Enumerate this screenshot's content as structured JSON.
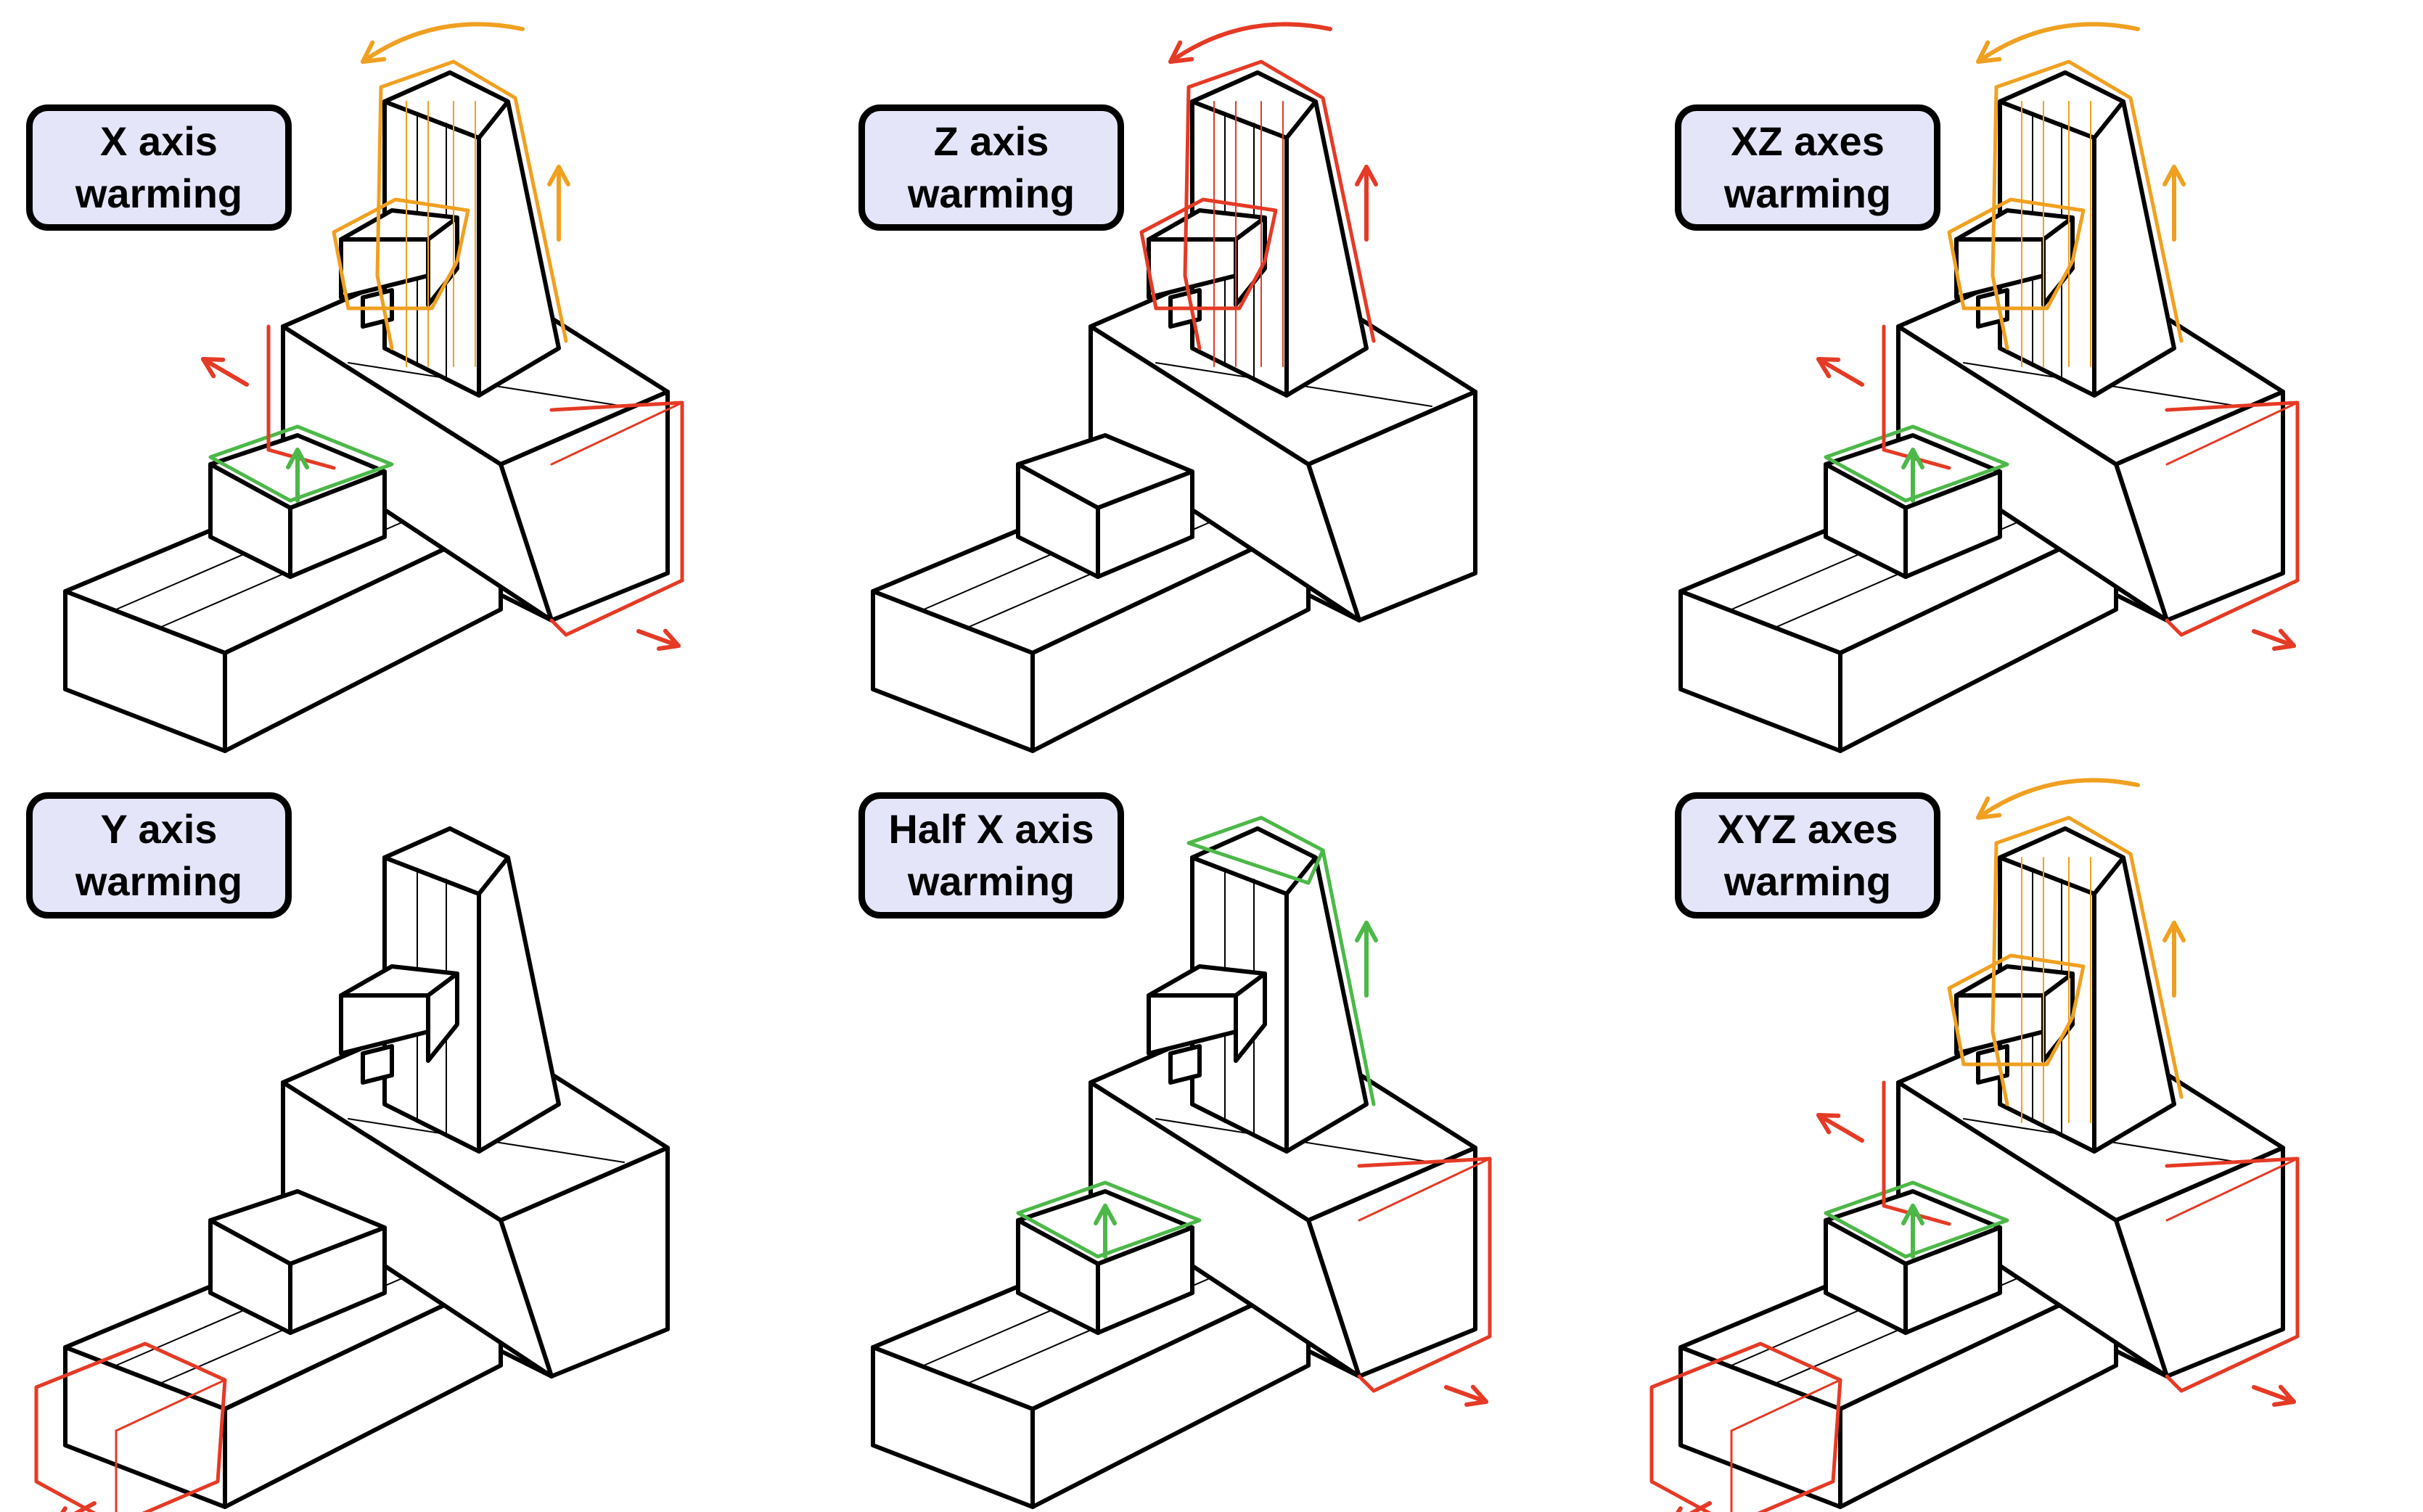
{
  "colors": {
    "base": "#000000",
    "x_axis": "#e53a25",
    "z_axis": "#f0a020",
    "y_axis": "#4cb848",
    "label_fill": "#e5e5fa"
  },
  "panels": [
    {
      "id": "x",
      "label": [
        "X axis",
        "warming"
      ],
      "highlights": {
        "column_shift": "#e53a25",
        "head": "#f0a020",
        "column": "#f0a020",
        "table_top": "#4cb848",
        "base_end": null
      },
      "arrows": {
        "col_rot": true,
        "col_up": true,
        "col_left": true,
        "body_right": true,
        "table_up": true,
        "base_left": false
      }
    },
    {
      "id": "z",
      "label": [
        "Z axis",
        "warming"
      ],
      "highlights": {
        "column_shift": null,
        "head": "#e53a25",
        "column": "#e53a25",
        "table_top": null,
        "base_end": null
      },
      "arrows": {
        "col_rot": true,
        "col_up": true,
        "col_left": false,
        "body_right": false,
        "table_up": false,
        "base_left": false
      }
    },
    {
      "id": "xz",
      "label": [
        "XZ axes",
        "warming"
      ],
      "highlights": {
        "column_shift": "#e53a25",
        "head": "#f0a020",
        "column": "#f0a020",
        "table_top": "#4cb848",
        "base_end": null
      },
      "arrows": {
        "col_rot": true,
        "col_up": true,
        "col_left": true,
        "body_right": true,
        "table_up": true,
        "base_left": false
      }
    },
    {
      "id": "y",
      "label": [
        "Y axis",
        "warming"
      ],
      "highlights": {
        "column_shift": null,
        "head": null,
        "column": null,
        "table_top": null,
        "base_end": "#e53a25"
      },
      "arrows": {
        "col_rot": false,
        "col_up": false,
        "col_left": false,
        "body_right": false,
        "table_up": false,
        "base_left": true
      }
    },
    {
      "id": "halfx",
      "label": [
        "Half X axis",
        "warming"
      ],
      "highlights": {
        "column_shift": null,
        "head": null,
        "column_top": "#4cb848",
        "table_top": "#4cb848",
        "base_end": null,
        "body_end": "#e53a25"
      },
      "arrows": {
        "col_rot": false,
        "col_up": true,
        "col_left": false,
        "body_right": true,
        "table_up": true,
        "base_left": false
      }
    },
    {
      "id": "xyz",
      "label": [
        "XYZ axes",
        "warming"
      ],
      "highlights": {
        "column_shift": "#e53a25",
        "head": "#f0a020",
        "column": "#f0a020",
        "table_top": "#4cb848",
        "base_end": "#e53a25"
      },
      "arrows": {
        "col_rot": true,
        "col_up": true,
        "col_left": true,
        "body_right": true,
        "table_up": true,
        "base_left": true
      }
    }
  ]
}
